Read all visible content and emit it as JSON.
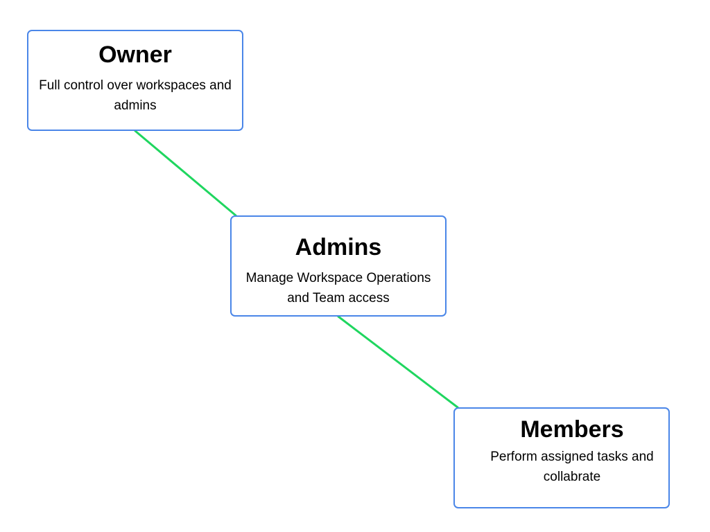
{
  "diagram": {
    "nodes": [
      {
        "id": "owner",
        "title": "Owner",
        "description": "Full control over workspaces and admins"
      },
      {
        "id": "admins",
        "title": "Admins",
        "description": "Manage Workspace Operations and Team access"
      },
      {
        "id": "members",
        "title": "Members",
        "description": "Perform assigned tasks and collabrate"
      }
    ],
    "edges": [
      {
        "from": "owner",
        "to": "admins"
      },
      {
        "from": "admins",
        "to": "members"
      }
    ],
    "colors": {
      "node_border": "#4a86e8",
      "connector": "#1fd65f",
      "text": "#000000",
      "background": "#ffffff"
    }
  }
}
